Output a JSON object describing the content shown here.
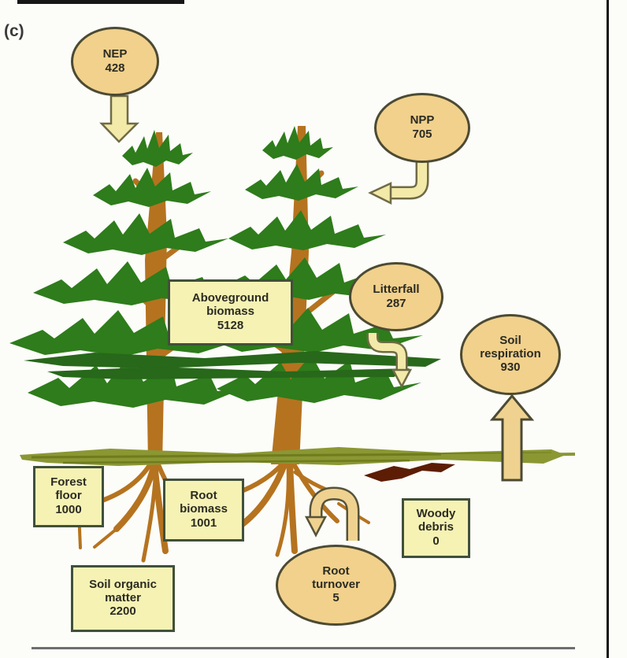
{
  "figure": {
    "panel_label": "(c)"
  },
  "colors": {
    "ellipse_fill": "#f1d18c",
    "box_fill": "#f5f2b4",
    "node_border": "#4c4a33",
    "arrow_light_fill": "#f3e9a8",
    "arrow_tan_fill": "#efd28f",
    "foliage_green": "#2e7c1b",
    "trunk_brown": "#b5731f",
    "grass_olive": "#8b9733",
    "log_brown": "#5c1d04",
    "text": "#2b2b22"
  },
  "diagram": {
    "nodes": [
      {
        "id": "nep",
        "shape": "ellipse",
        "label": "NEP",
        "value": "428"
      },
      {
        "id": "npp",
        "shape": "ellipse",
        "label": "NPP",
        "value": "705"
      },
      {
        "id": "litterfall",
        "shape": "ellipse",
        "label": "Litterfall",
        "value": "287"
      },
      {
        "id": "soil-respiration",
        "shape": "ellipse",
        "label": "Soil\nrespiration",
        "value": "930"
      },
      {
        "id": "aboveground-biomass",
        "shape": "box",
        "label": "Aboveground\nbiomass",
        "value": "5128"
      },
      {
        "id": "forest-floor",
        "shape": "box",
        "label": "Forest\nfloor",
        "value": "1000"
      },
      {
        "id": "root-biomass",
        "shape": "box",
        "label": "Root\nbiomass",
        "value": "1001"
      },
      {
        "id": "soil-organic-matter",
        "shape": "box",
        "label": "Soil organic\nmatter",
        "value": "2200"
      },
      {
        "id": "woody-debris",
        "shape": "box",
        "label": "Woody\ndebris",
        "value": "0"
      },
      {
        "id": "root-turnover",
        "shape": "ellipse",
        "label": "Root\nturnover",
        "value": "5"
      }
    ],
    "flows": [
      {
        "id": "nep-arrow",
        "from": "NEP",
        "direction": "down-into-canopy"
      },
      {
        "id": "npp-arrow",
        "from": "NPP",
        "direction": "curve-left-into-canopy"
      },
      {
        "id": "litterfall-arrow",
        "from": "Litterfall",
        "direction": "curve-down-to-ground"
      },
      {
        "id": "soil-respiration-arrow",
        "from": "soil-surface",
        "to": "Soil respiration",
        "direction": "up"
      },
      {
        "id": "root-turnover-arrow",
        "from": "roots",
        "to": "Root turnover",
        "direction": "u-turn-down"
      }
    ]
  }
}
